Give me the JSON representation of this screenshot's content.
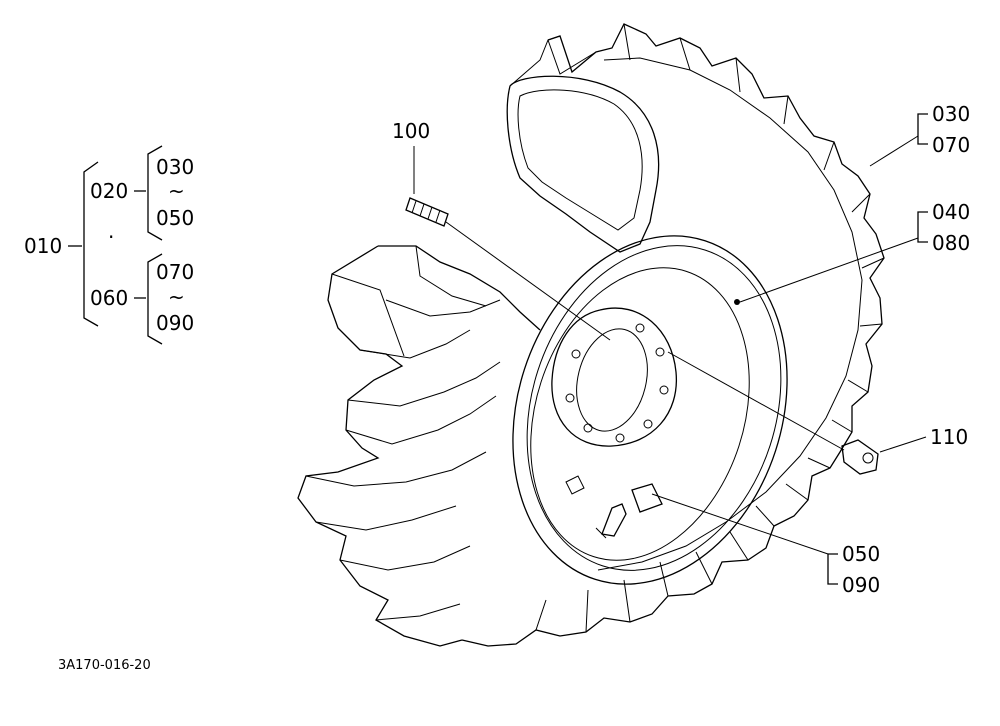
{
  "diagram": {
    "drawing_code": "3A170-016-20",
    "tree": {
      "root": "010",
      "branch_upper": "020",
      "branch_lower": "060",
      "upper_from": "030",
      "upper_to": "050",
      "lower_from": "070",
      "lower_to": "090",
      "range_symbol": "~",
      "separator": "·"
    },
    "callouts": {
      "stud": "100",
      "nut": "110",
      "tire_a": "030",
      "tire_b": "070",
      "rim_a": "040",
      "rim_b": "080",
      "valve_a": "050",
      "valve_b": "090"
    }
  }
}
